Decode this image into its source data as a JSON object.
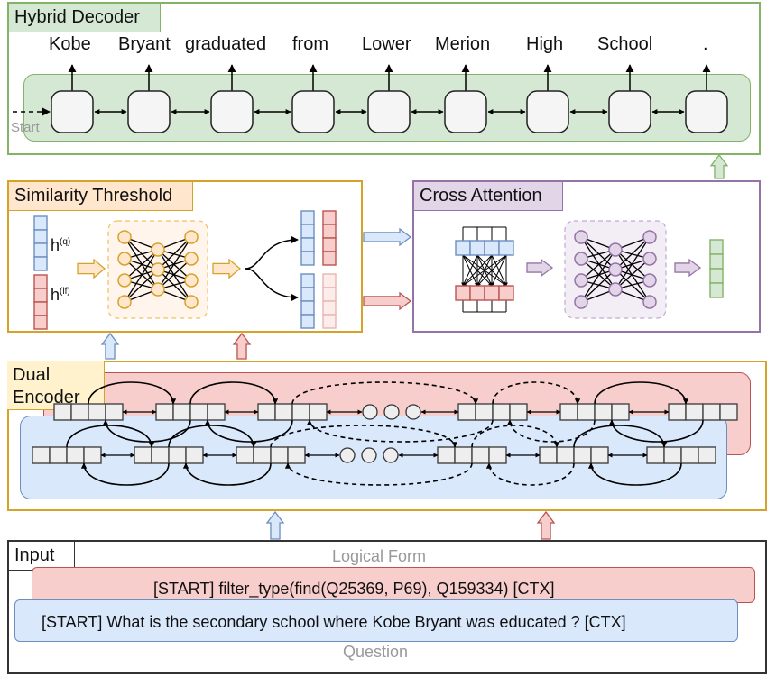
{
  "decoder": {
    "title": "Hybrid Decoder",
    "start_label": "Start",
    "tokens": [
      "Kobe",
      "Bryant",
      "graduated",
      "from",
      "Lower",
      "Merion",
      "High",
      "School",
      "."
    ]
  },
  "similarity": {
    "title": "Similarity Threshold",
    "h_q": "h",
    "h_q_sup": "(q)",
    "h_lf": "h",
    "h_lf_sup": "(lf)"
  },
  "cross_attention": {
    "title": "Cross Attention"
  },
  "encoder": {
    "title_line1": "Dual",
    "title_line2": "Encoder"
  },
  "input": {
    "title": "Input",
    "logical_form_label": "Logical Form",
    "logical_form_text": "[START] filter_type(find(Q25369, P69), Q159334) [CTX]",
    "question_text": "[START] What is the secondary school where Kobe Bryant was educated ? [CTX]",
    "question_label": "Question"
  },
  "colors": {
    "decoder_border": "#82b366",
    "decoder_fill": "#d5e8d4",
    "similarity_border": "#d6a32a",
    "similarity_tab": "#ffe6cc",
    "cross_border": "#9673a6",
    "cross_tab": "#e1d5e7",
    "encoder_tab": "#fff2cc",
    "blue_border": "#6c8ebf",
    "blue_fill": "#dae8fc",
    "red_border": "#b85450",
    "red_fill": "#f8cecc",
    "input_border": "#333333"
  }
}
